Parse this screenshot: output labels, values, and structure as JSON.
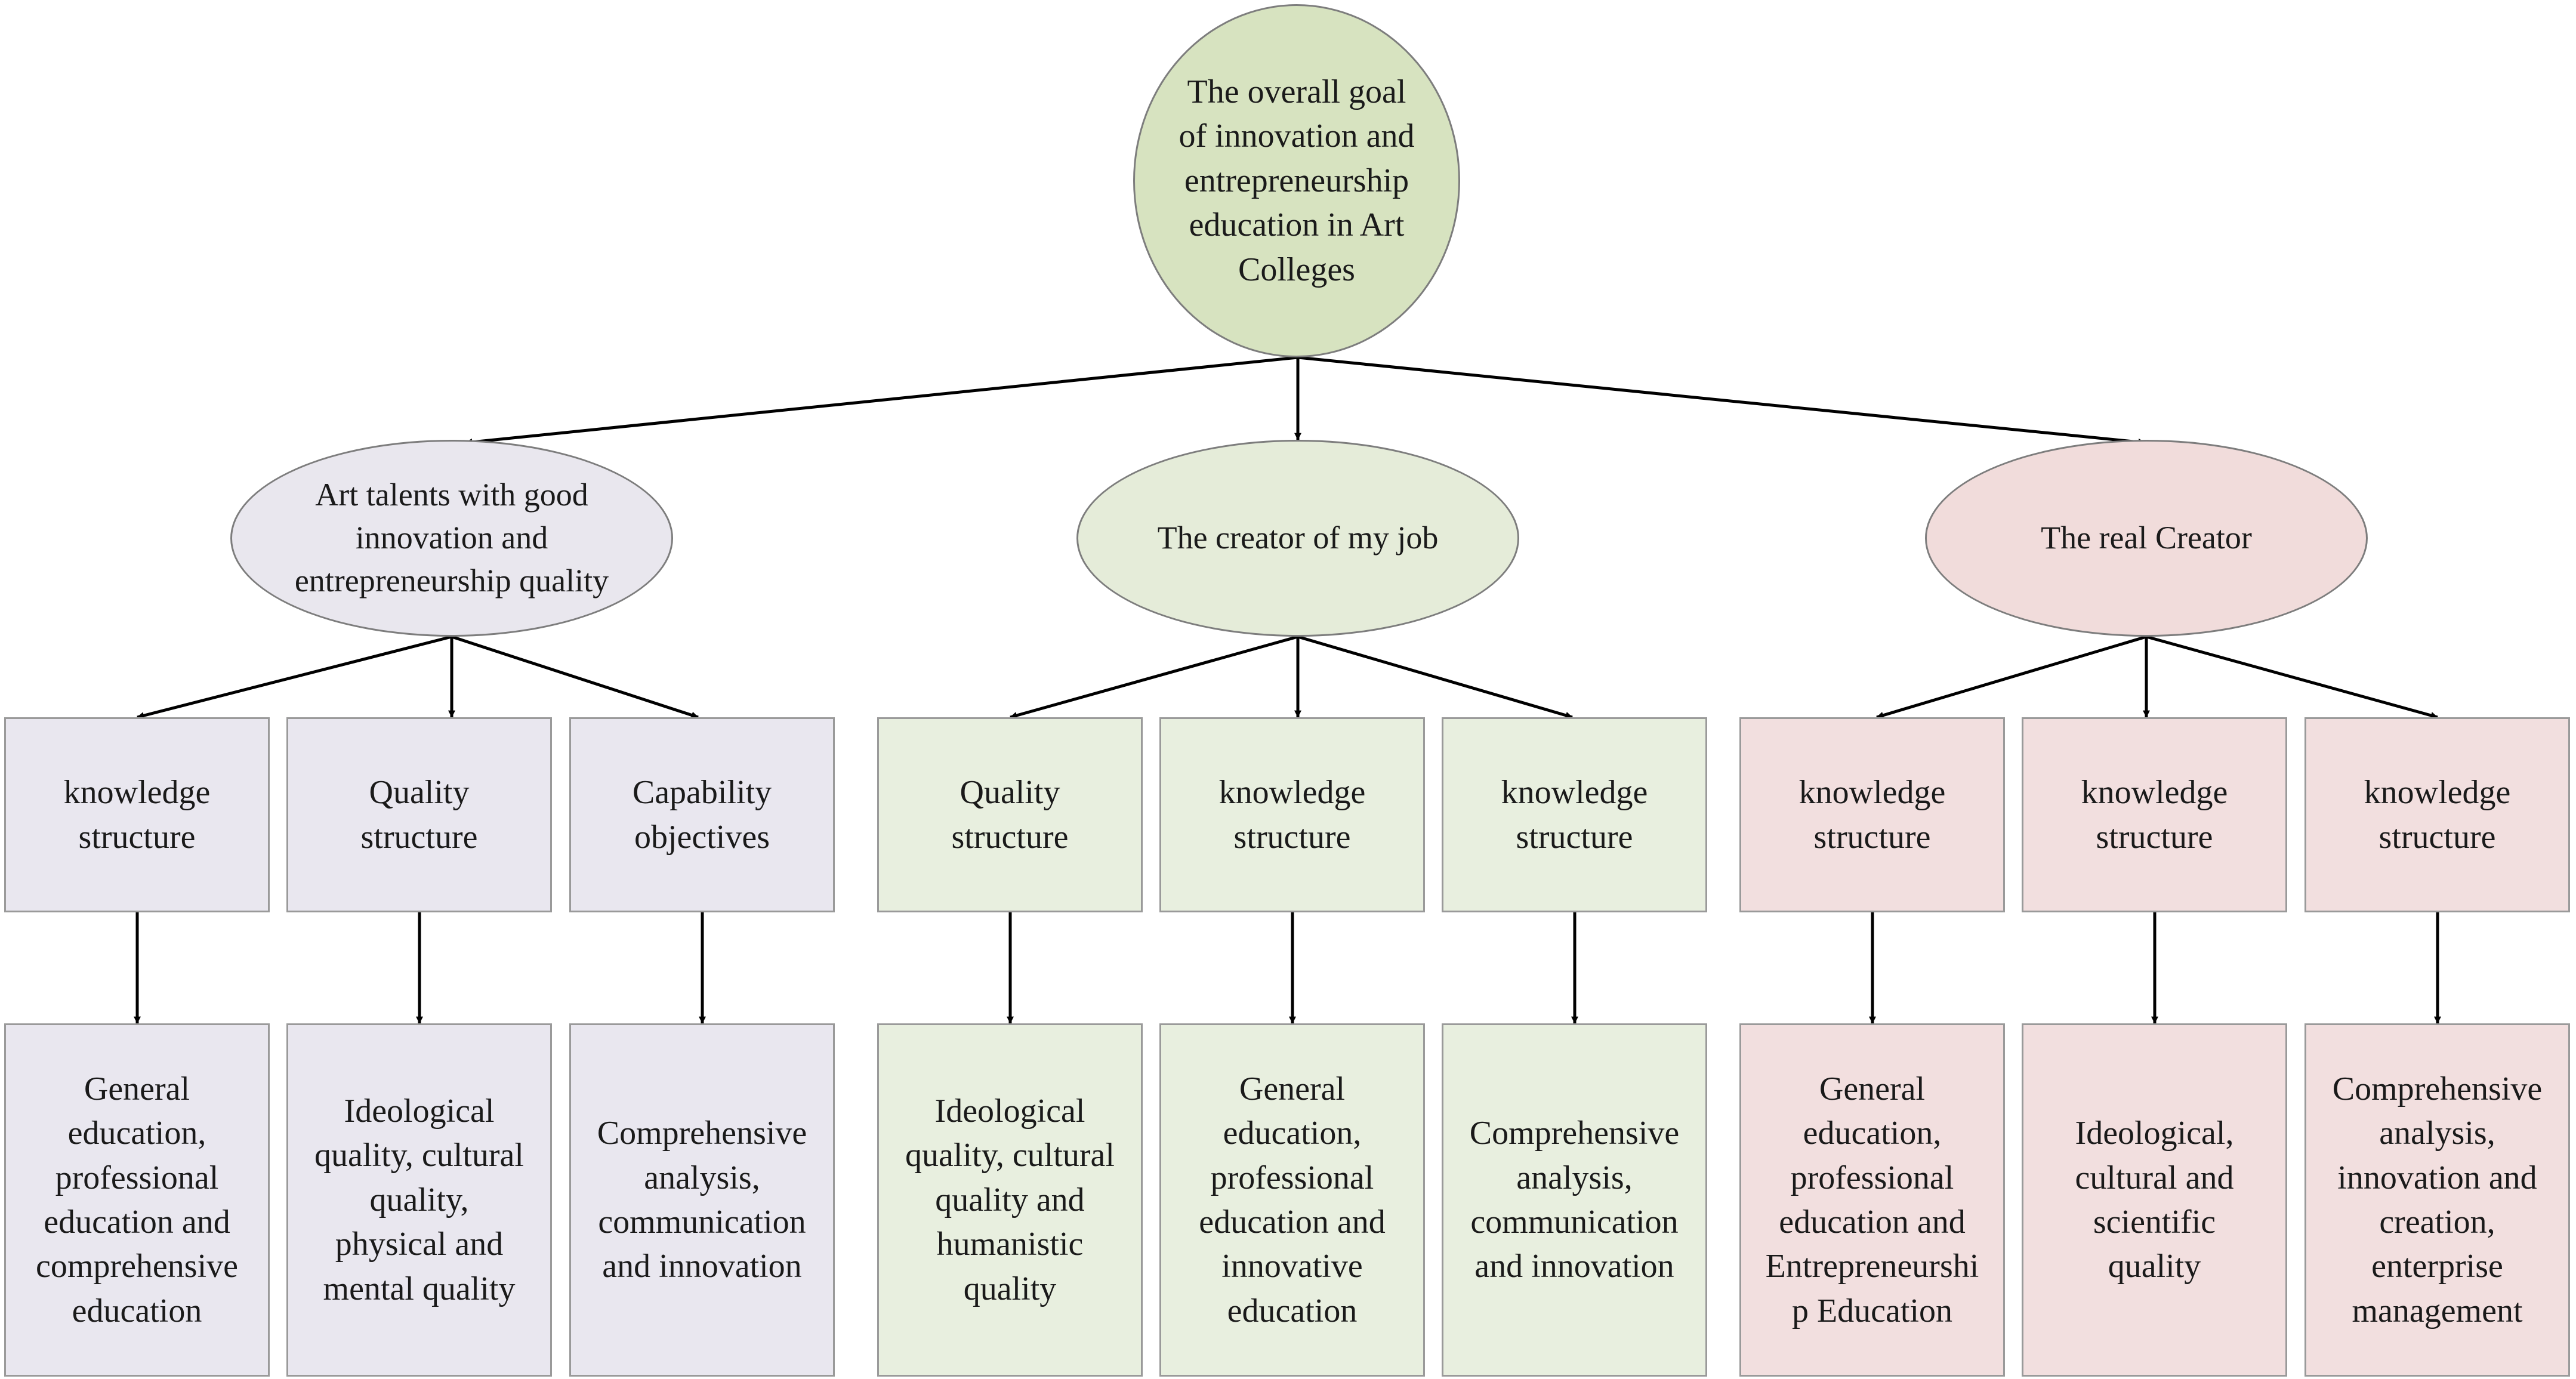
{
  "diagram": {
    "root": {
      "label": "The overall goal\nof innovation and\nentrepreneurship\neducation in Art\nColleges",
      "color": "#d7e3c0"
    },
    "branches": [
      {
        "label": "Art talents with good\ninnovation and\nentrepreneurship quality",
        "color": "#e9e7ee",
        "children": [
          {
            "label": "knowledge\nstructure",
            "detail": "General\neducation,\nprofessional\neducation and\ncomprehensive\neducation"
          },
          {
            "label": "Quality\nstructure",
            "detail": "Ideological\nquality, cultural\nquality,\nphysical and\nmental quality"
          },
          {
            "label": "Capability\nobjectives",
            "detail": "Comprehensive\nanalysis,\ncommunication\nand innovation"
          }
        ]
      },
      {
        "label": "The creator of my job",
        "color": "#e5ecd9",
        "children": [
          {
            "label": "Quality\nstructure",
            "detail": "Ideological\nquality, cultural\nquality and\nhumanistic\nquality"
          },
          {
            "label": "knowledge\nstructure",
            "detail": "General\neducation,\nprofessional\neducation and\ninnovative\neducation"
          },
          {
            "label": "knowledge\nstructure",
            "detail": "Comprehensive\nanalysis,\ncommunication\nand innovation"
          }
        ]
      },
      {
        "label": "The real Creator",
        "color": "#f1dcdb",
        "children": [
          {
            "label": "knowledge\nstructure",
            "detail": "General\neducation,\nprofessional\neducation and\nEntrepreneurshi\np Education"
          },
          {
            "label": "knowledge\nstructure",
            "detail": "Ideological,\ncultural and\nscientific\nquality"
          },
          {
            "label": "knowledge\nstructure",
            "detail": "Comprehensive\nanalysis,\ninnovation and\ncreation,\nenterprise\nmanagement"
          }
        ]
      }
    ]
  }
}
